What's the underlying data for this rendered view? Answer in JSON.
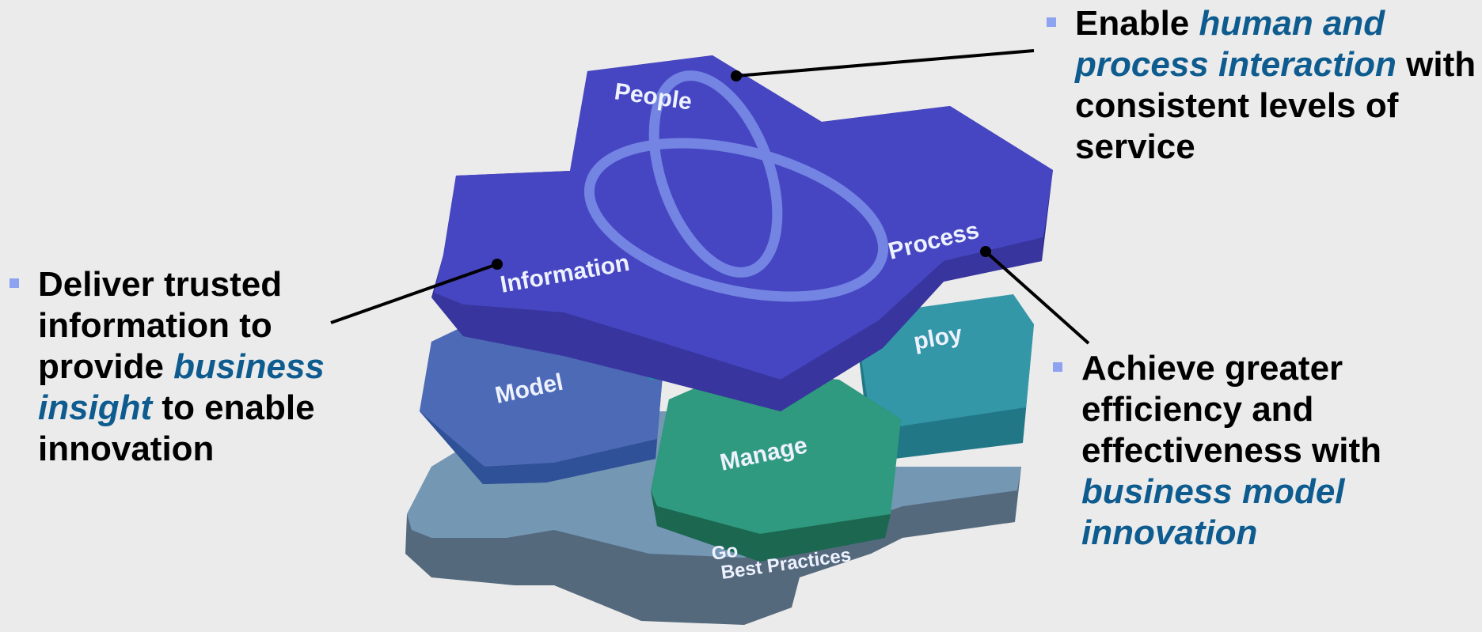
{
  "colors": {
    "bullet": "#8ea3f0",
    "emphasis": "#0e5c8f",
    "top_layer": "#4646c2",
    "model_hex": "#4d6ab6",
    "manage_hex": "#2f9a7f",
    "deploy_hex": "#3397a8",
    "base_layer": "#6f8ea8"
  },
  "diagram": {
    "top_labels": {
      "people": "People",
      "information": "Information",
      "process": "Process"
    },
    "lower_labels": {
      "model": "Model",
      "manage": "Manage",
      "deploy": "ploy",
      "governance_line1": "Go",
      "governance_line2": "Best Practices"
    }
  },
  "callouts": {
    "top": {
      "pre": "Enable ",
      "emphasis": "human and process interaction",
      "post": " with consistent levels of service"
    },
    "left": {
      "pre": "Deliver trusted information to provide ",
      "emphasis": "business insight",
      "post": " to enable innovation"
    },
    "right": {
      "pre": "Achieve greater efficiency and effectiveness with ",
      "emphasis": "business model innovation",
      "post": ""
    }
  }
}
